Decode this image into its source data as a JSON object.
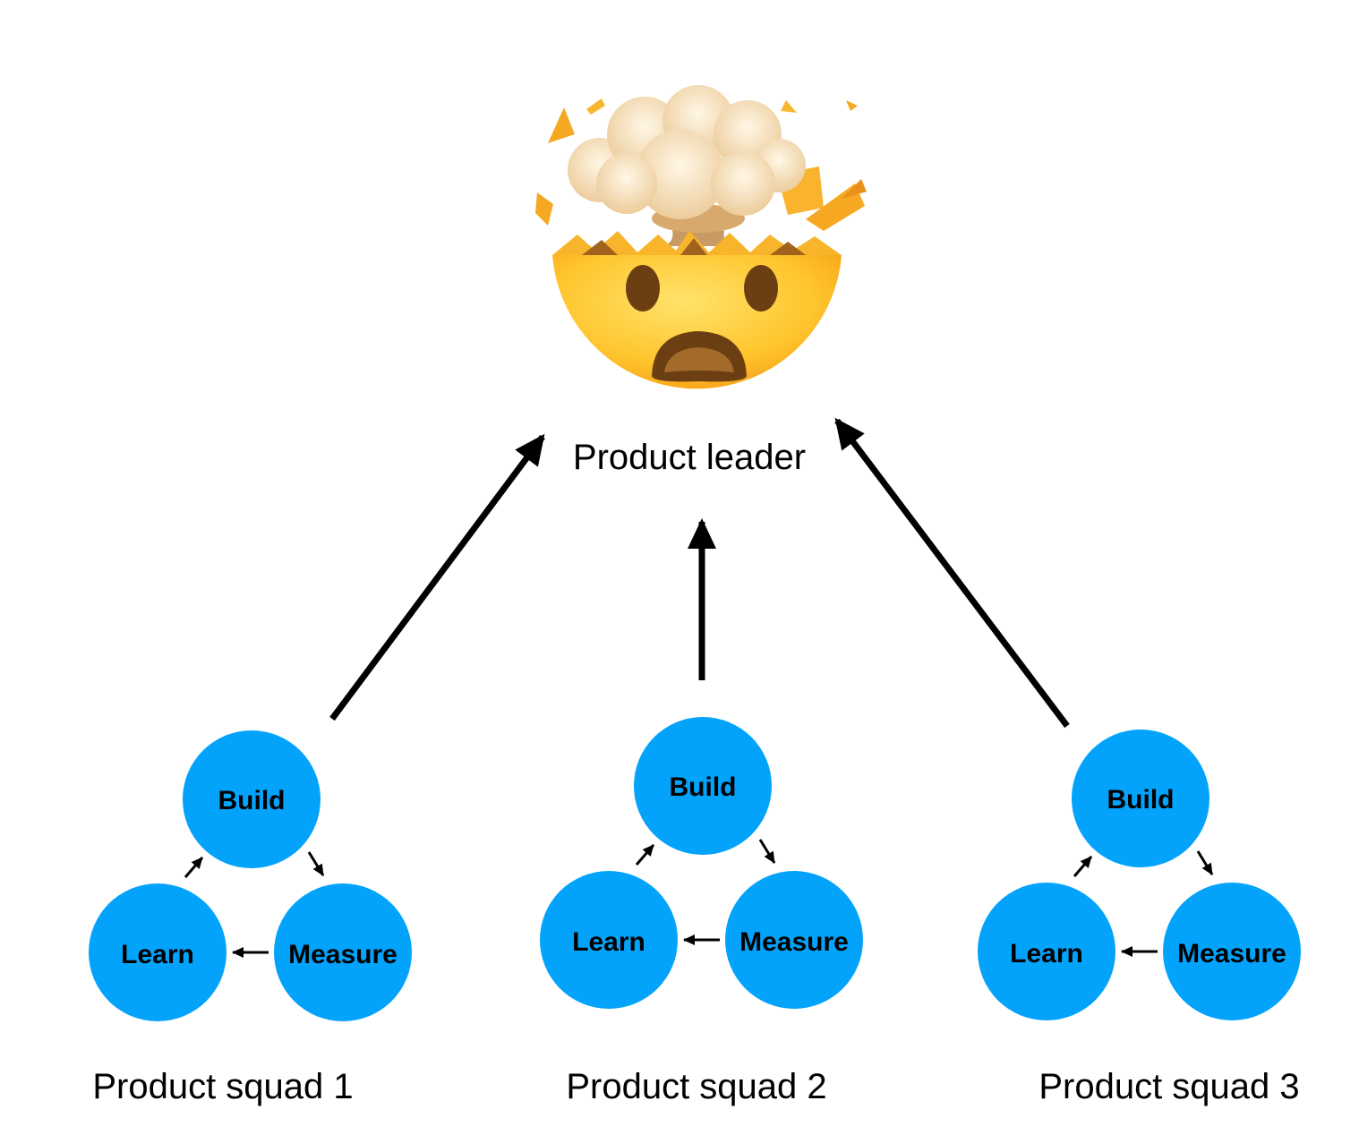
{
  "leader": {
    "label": "Product leader",
    "icon": "exploding-head-icon"
  },
  "squads": [
    {
      "caption": "Product squad 1",
      "build": "Build",
      "measure": "Measure",
      "learn": "Learn"
    },
    {
      "caption": "Product squad 2",
      "build": "Build",
      "measure": "Measure",
      "learn": "Learn"
    },
    {
      "caption": "Product squad 3",
      "build": "Build",
      "measure": "Measure",
      "learn": "Learn"
    }
  ],
  "colors": {
    "node": "#03a3fb",
    "arrow": "#000000",
    "face": "#ffc93a",
    "cloud": "#f3d9a8"
  }
}
